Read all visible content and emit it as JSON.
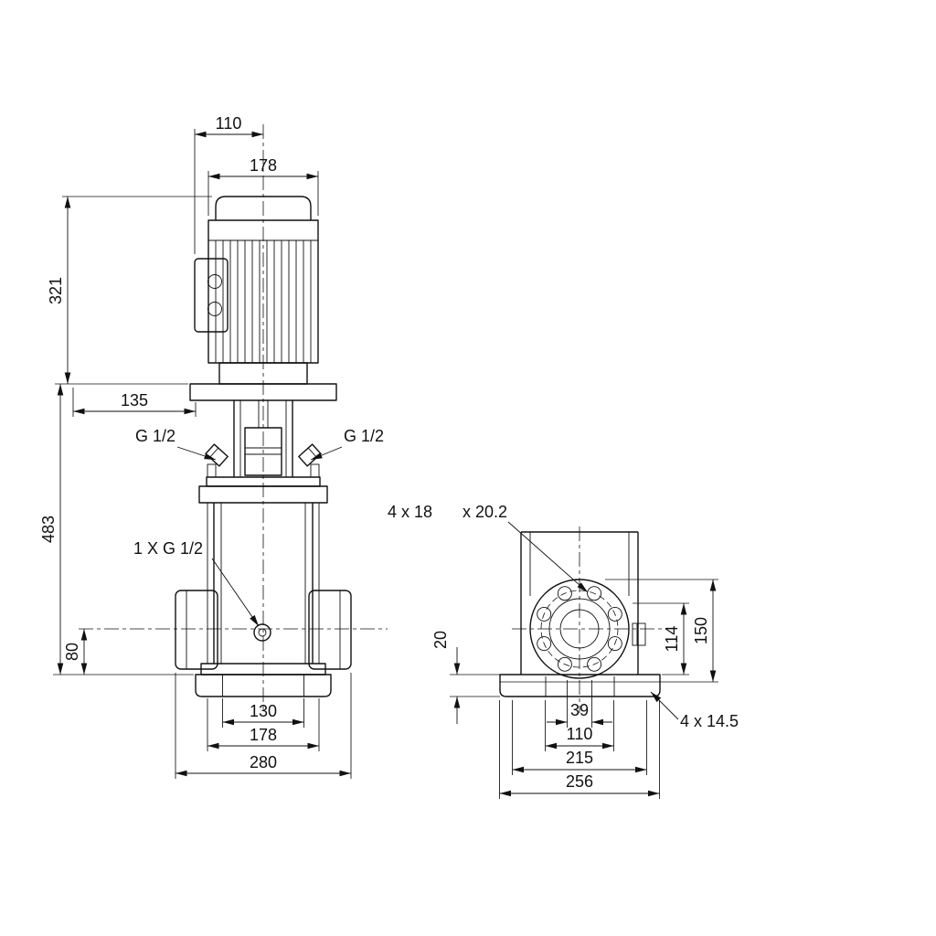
{
  "front_view": {
    "d110": "110",
    "d178_motor": "178",
    "d321": "321",
    "d135": "135",
    "d483": "483",
    "d80": "80",
    "d130": "130",
    "d178_base": "178",
    "d280": "280",
    "vent_left": "G 1/2",
    "vent_right": "G 1/2",
    "drain": "1 X G 1/2"
  },
  "side_view": {
    "flange_holes": "4 x 18",
    "flange_counterbore": "x 20.2",
    "d20": "20",
    "d114": "114",
    "d150": "150",
    "d39": "39",
    "d110": "110",
    "d215": "215",
    "d256": "256",
    "base_holes": "4  x  14.5"
  }
}
